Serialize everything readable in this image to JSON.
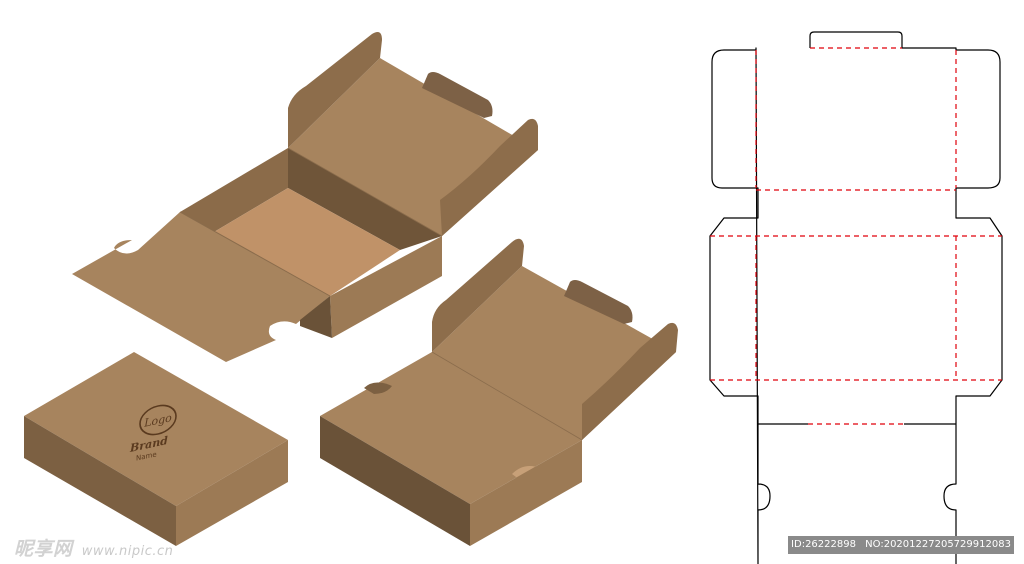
{
  "logo": {
    "top": "Logo",
    "brand": "Brand",
    "name": "Name"
  },
  "watermark": {
    "site_cn": "昵享网",
    "site_url": "www.nipic.cn",
    "id_text": "ID:26222898",
    "no_text": "NO:20201227205729912083"
  },
  "colors": {
    "box_top": "#a7845e",
    "box_front": "#7c6042",
    "box_side": "#9c7a55",
    "box_dark": "#6a5238",
    "box_inside": "#c09268",
    "die_line": "#000000",
    "fold_line": "#e0000a"
  }
}
